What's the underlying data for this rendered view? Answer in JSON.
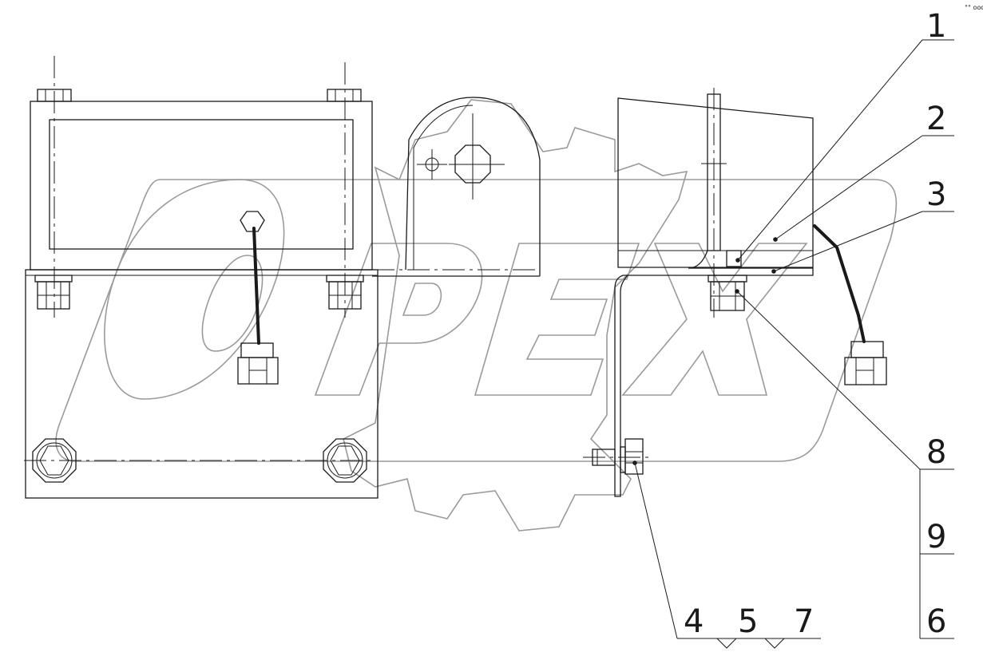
{
  "drawing": {
    "corner_mark": "°° ooo",
    "callouts": [
      {
        "id": "1",
        "label": "1"
      },
      {
        "id": "2",
        "label": "2"
      },
      {
        "id": "3",
        "label": "3"
      },
      {
        "id": "8",
        "label": "8"
      },
      {
        "id": "9",
        "label": "9"
      },
      {
        "id": "6",
        "label": "6"
      },
      {
        "id": "4",
        "label": "4"
      },
      {
        "id": "5",
        "label": "5"
      },
      {
        "id": "7",
        "label": "7"
      }
    ],
    "watermark": {
      "text": "OPEX",
      "icon": "gear-icon"
    },
    "colors": {
      "line": "#1a1a1a",
      "watermark": "#9a9a9a",
      "background": "#ffffff"
    }
  }
}
